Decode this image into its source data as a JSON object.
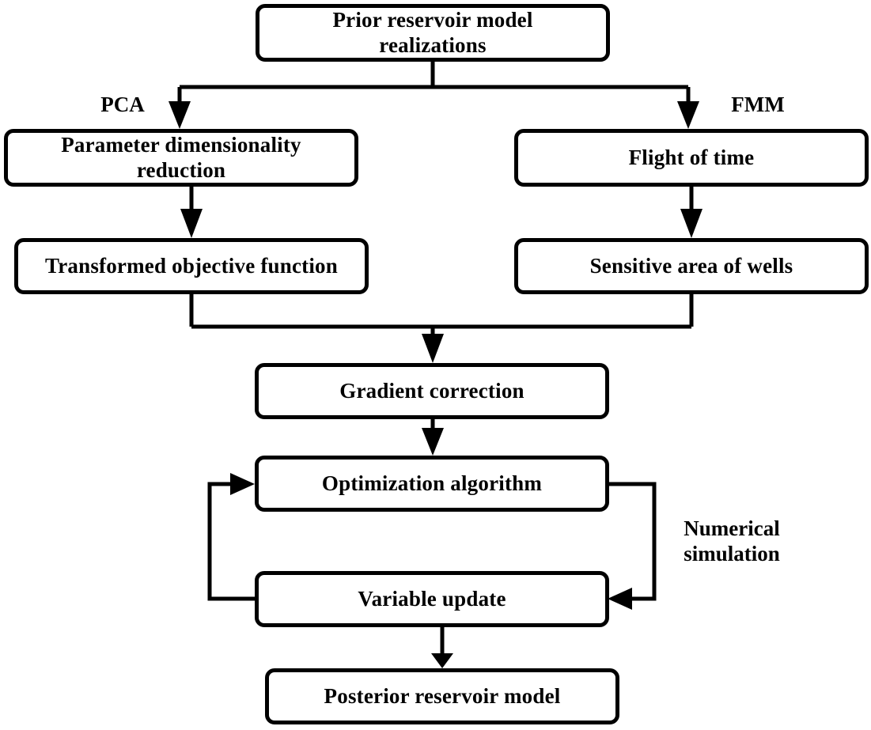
{
  "diagram": {
    "title": "Reservoir history matching workflow flowchart",
    "background_color": "#ffffff",
    "line_color": "#000000",
    "nodes": [
      {
        "id": "prior",
        "label": "Prior reservoir model\nrealizations"
      },
      {
        "id": "param_reduce",
        "label": "Parameter dimensionality\nreduction"
      },
      {
        "id": "flight_time",
        "label": "Flight of time"
      },
      {
        "id": "transformed",
        "label": "Transformed objective function"
      },
      {
        "id": "sensitive",
        "label": "Sensitive area of wells"
      },
      {
        "id": "gradient",
        "label": "Gradient correction"
      },
      {
        "id": "optimization",
        "label": "Optimization algorithm"
      },
      {
        "id": "variable",
        "label": "Variable update"
      },
      {
        "id": "posterior",
        "label": "Posterior reservoir model"
      }
    ],
    "edge_labels": [
      {
        "id": "pca",
        "label": "PCA"
      },
      {
        "id": "fmm",
        "label": "FMM"
      },
      {
        "id": "numsim",
        "label": "Numerical\nsimulation"
      }
    ],
    "edges": [
      {
        "from": "prior",
        "to": "param_reduce",
        "label": "PCA"
      },
      {
        "from": "prior",
        "to": "flight_time",
        "label": "FMM"
      },
      {
        "from": "param_reduce",
        "to": "transformed",
        "label": ""
      },
      {
        "from": "flight_time",
        "to": "sensitive",
        "label": ""
      },
      {
        "from": "transformed",
        "to": "gradient",
        "label": ""
      },
      {
        "from": "sensitive",
        "to": "gradient",
        "label": ""
      },
      {
        "from": "gradient",
        "to": "optimization",
        "label": ""
      },
      {
        "from": "optimization",
        "to": "variable",
        "label": "Numerical simulation"
      },
      {
        "from": "variable",
        "to": "optimization",
        "label": ""
      },
      {
        "from": "variable",
        "to": "posterior",
        "label": ""
      }
    ]
  }
}
